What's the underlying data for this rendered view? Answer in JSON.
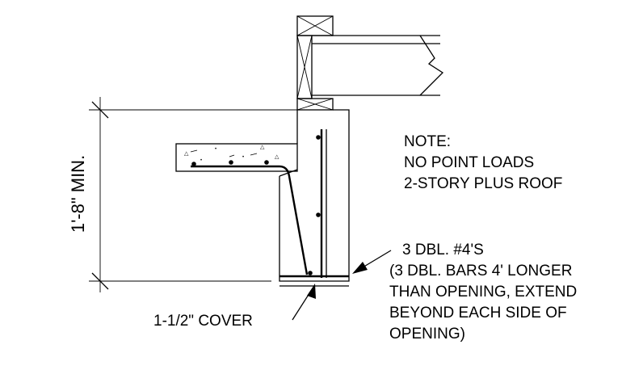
{
  "diagram": {
    "note": {
      "heading": "NOTE:",
      "line1": "NO POINT LOADS",
      "line2": "2-STORY PLUS ROOF"
    },
    "rebar_callout": {
      "line1": "3 DBL. #4'S",
      "line2": "(3 DBL. BARS 4' LONGER",
      "line3": "THAN OPENING, EXTEND",
      "line4": "BEYOND EACH SIDE OF",
      "line5": "OPENING)"
    },
    "cover_label": "1-1/2\" COVER",
    "dimension_label": "1'-8\" MIN."
  }
}
